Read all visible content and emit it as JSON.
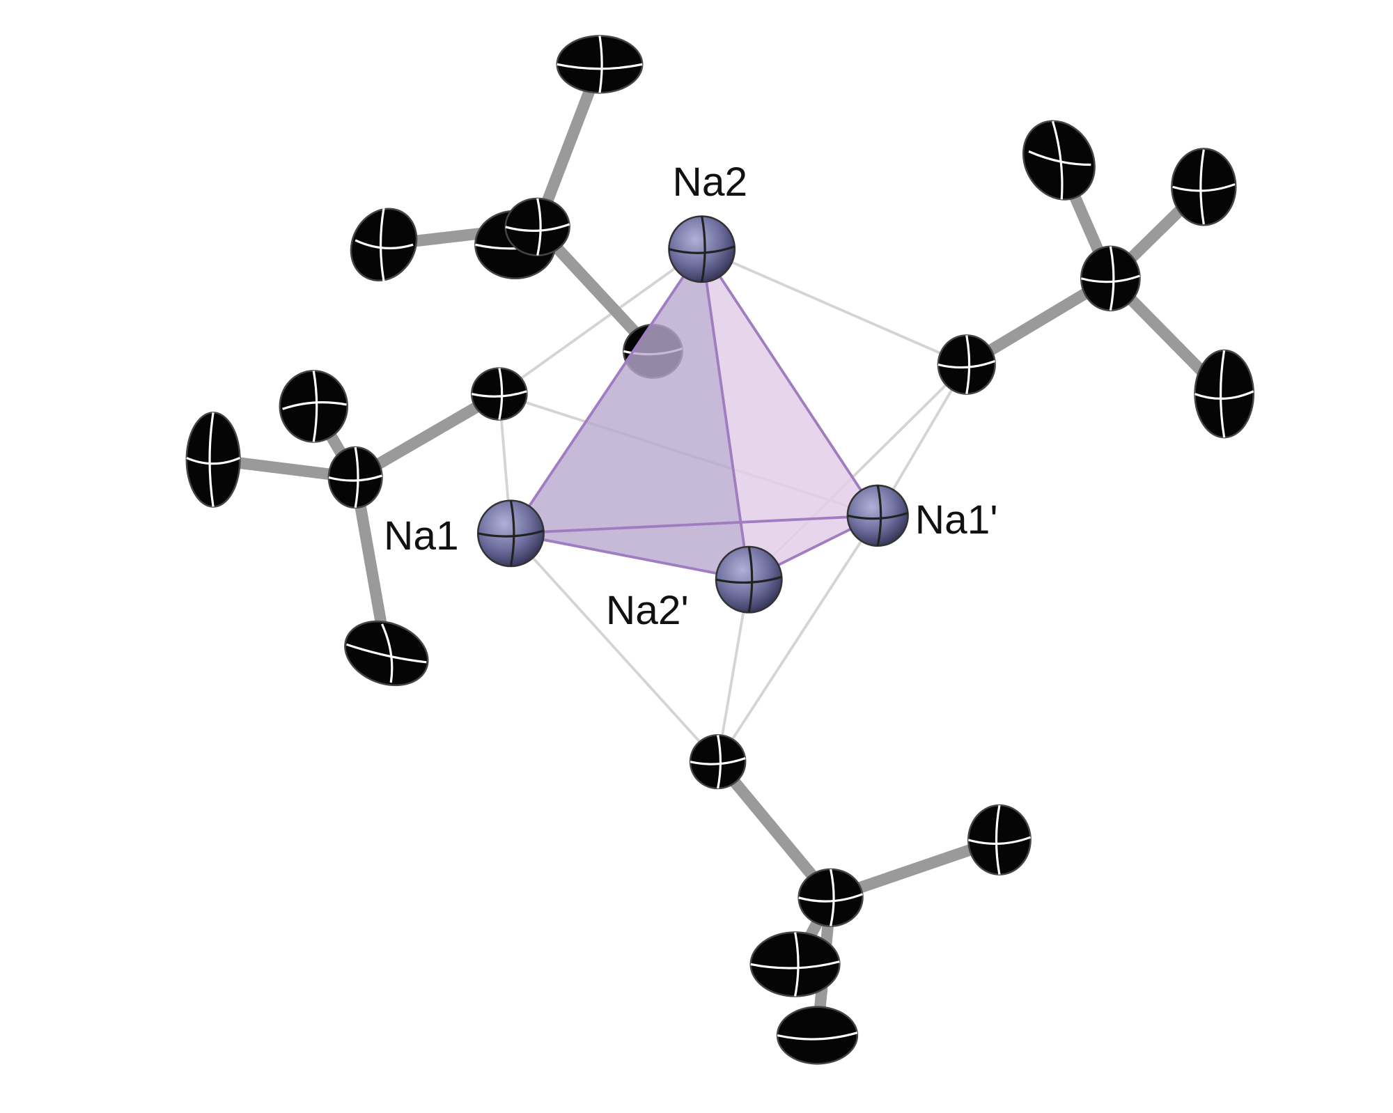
{
  "figure": {
    "labels": {
      "na2": "Na2",
      "na1": "Na1",
      "na1p": "Na1'",
      "na2p": "Na2'"
    },
    "colors": {
      "sodium": "#7a7aa8",
      "carbon_oxygen": "#050505",
      "bond": "#9a9a9a",
      "tetrahedron_edge": "#a07cc0",
      "face_dark": "#b9a9cf",
      "face_light": "#e3cfe8"
    }
  }
}
